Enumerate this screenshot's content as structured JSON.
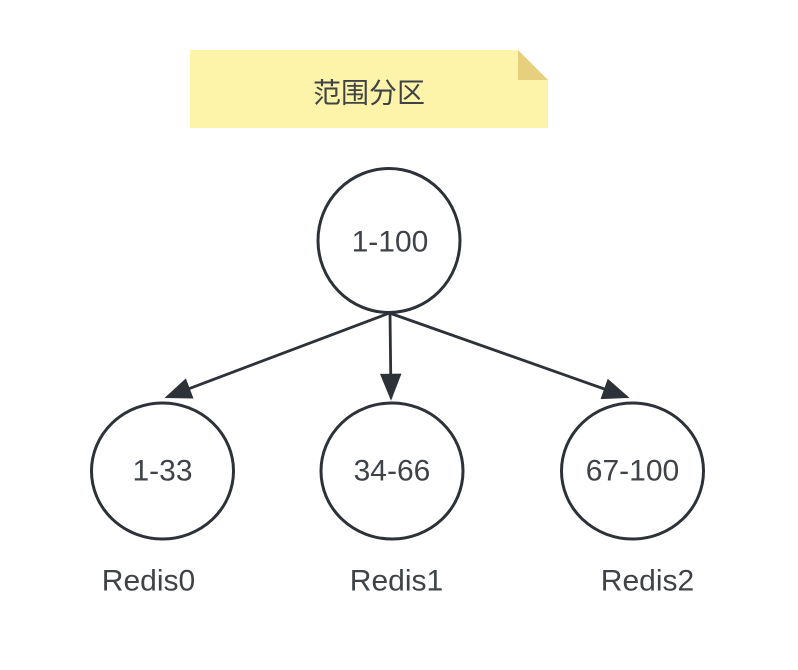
{
  "colors": {
    "background": "#ffffff",
    "stroke": "#2d3138",
    "text": "#3f4347",
    "note_fill": "#fdf3a9",
    "note_fold": "#e6d07e"
  },
  "note": {
    "title": "范围分区"
  },
  "tree": {
    "root": {
      "range": "1-100"
    },
    "children": [
      {
        "range": "1-33",
        "name": "Redis0"
      },
      {
        "range": "34-66",
        "name": "Redis1"
      },
      {
        "range": "67-100",
        "name": "Redis2"
      }
    ]
  }
}
